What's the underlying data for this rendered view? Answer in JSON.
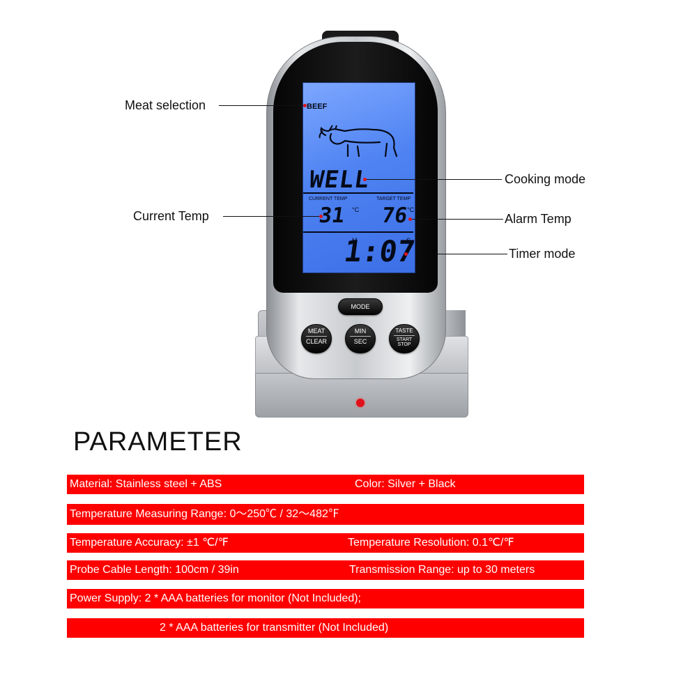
{
  "device": {
    "screen": {
      "meat": "BEEF",
      "doneness": "WELL",
      "current_temp_label": "CURRENT TEMP",
      "target_temp_label": "TARGET TEMP",
      "current_temp": "31",
      "current_temp_unit": "°C",
      "target_temp": "76",
      "target_temp_unit": "°C",
      "timer": "1:07",
      "timer_min_unit": "M",
      "timer_sec_unit": "S"
    },
    "buttons": {
      "mode": "MODE",
      "meat": "MEAT",
      "clear": "CLEAR",
      "min": "MIN",
      "sec": "SEC",
      "taste": "TASTE",
      "start_stop": "START STOP"
    }
  },
  "callouts": {
    "meat_selection": "Meat selection",
    "cooking_mode": "Cooking mode",
    "current_temp": "Current Temp",
    "alarm_temp": "Alarm Temp",
    "timer_mode": "Timer mode"
  },
  "parameter": {
    "title": "PARAMETER",
    "rows": {
      "material": "Material: Stainless steel + ABS",
      "color": "Color: Silver + Black",
      "range": "Temperature Measuring Range: 0～250℃ / 32～482℉",
      "accuracy": "Temperature Accuracy: ±1 ℃/℉",
      "resolution": "Temperature Resolution: 0.1℃/℉",
      "cable": "Probe Cable Length: 100cm / 39in",
      "transmission": "Transmission Range: up to 30 meters",
      "power1": "Power Supply: 2 * AAA batteries for monitor (Not Included);",
      "power2": "2 * AAA batteries for transmitter (Not Included)"
    }
  },
  "colors": {
    "bar_red": "#fe0000",
    "screen_blue": "#4f83f2",
    "callout_dot": "#e3141d"
  }
}
